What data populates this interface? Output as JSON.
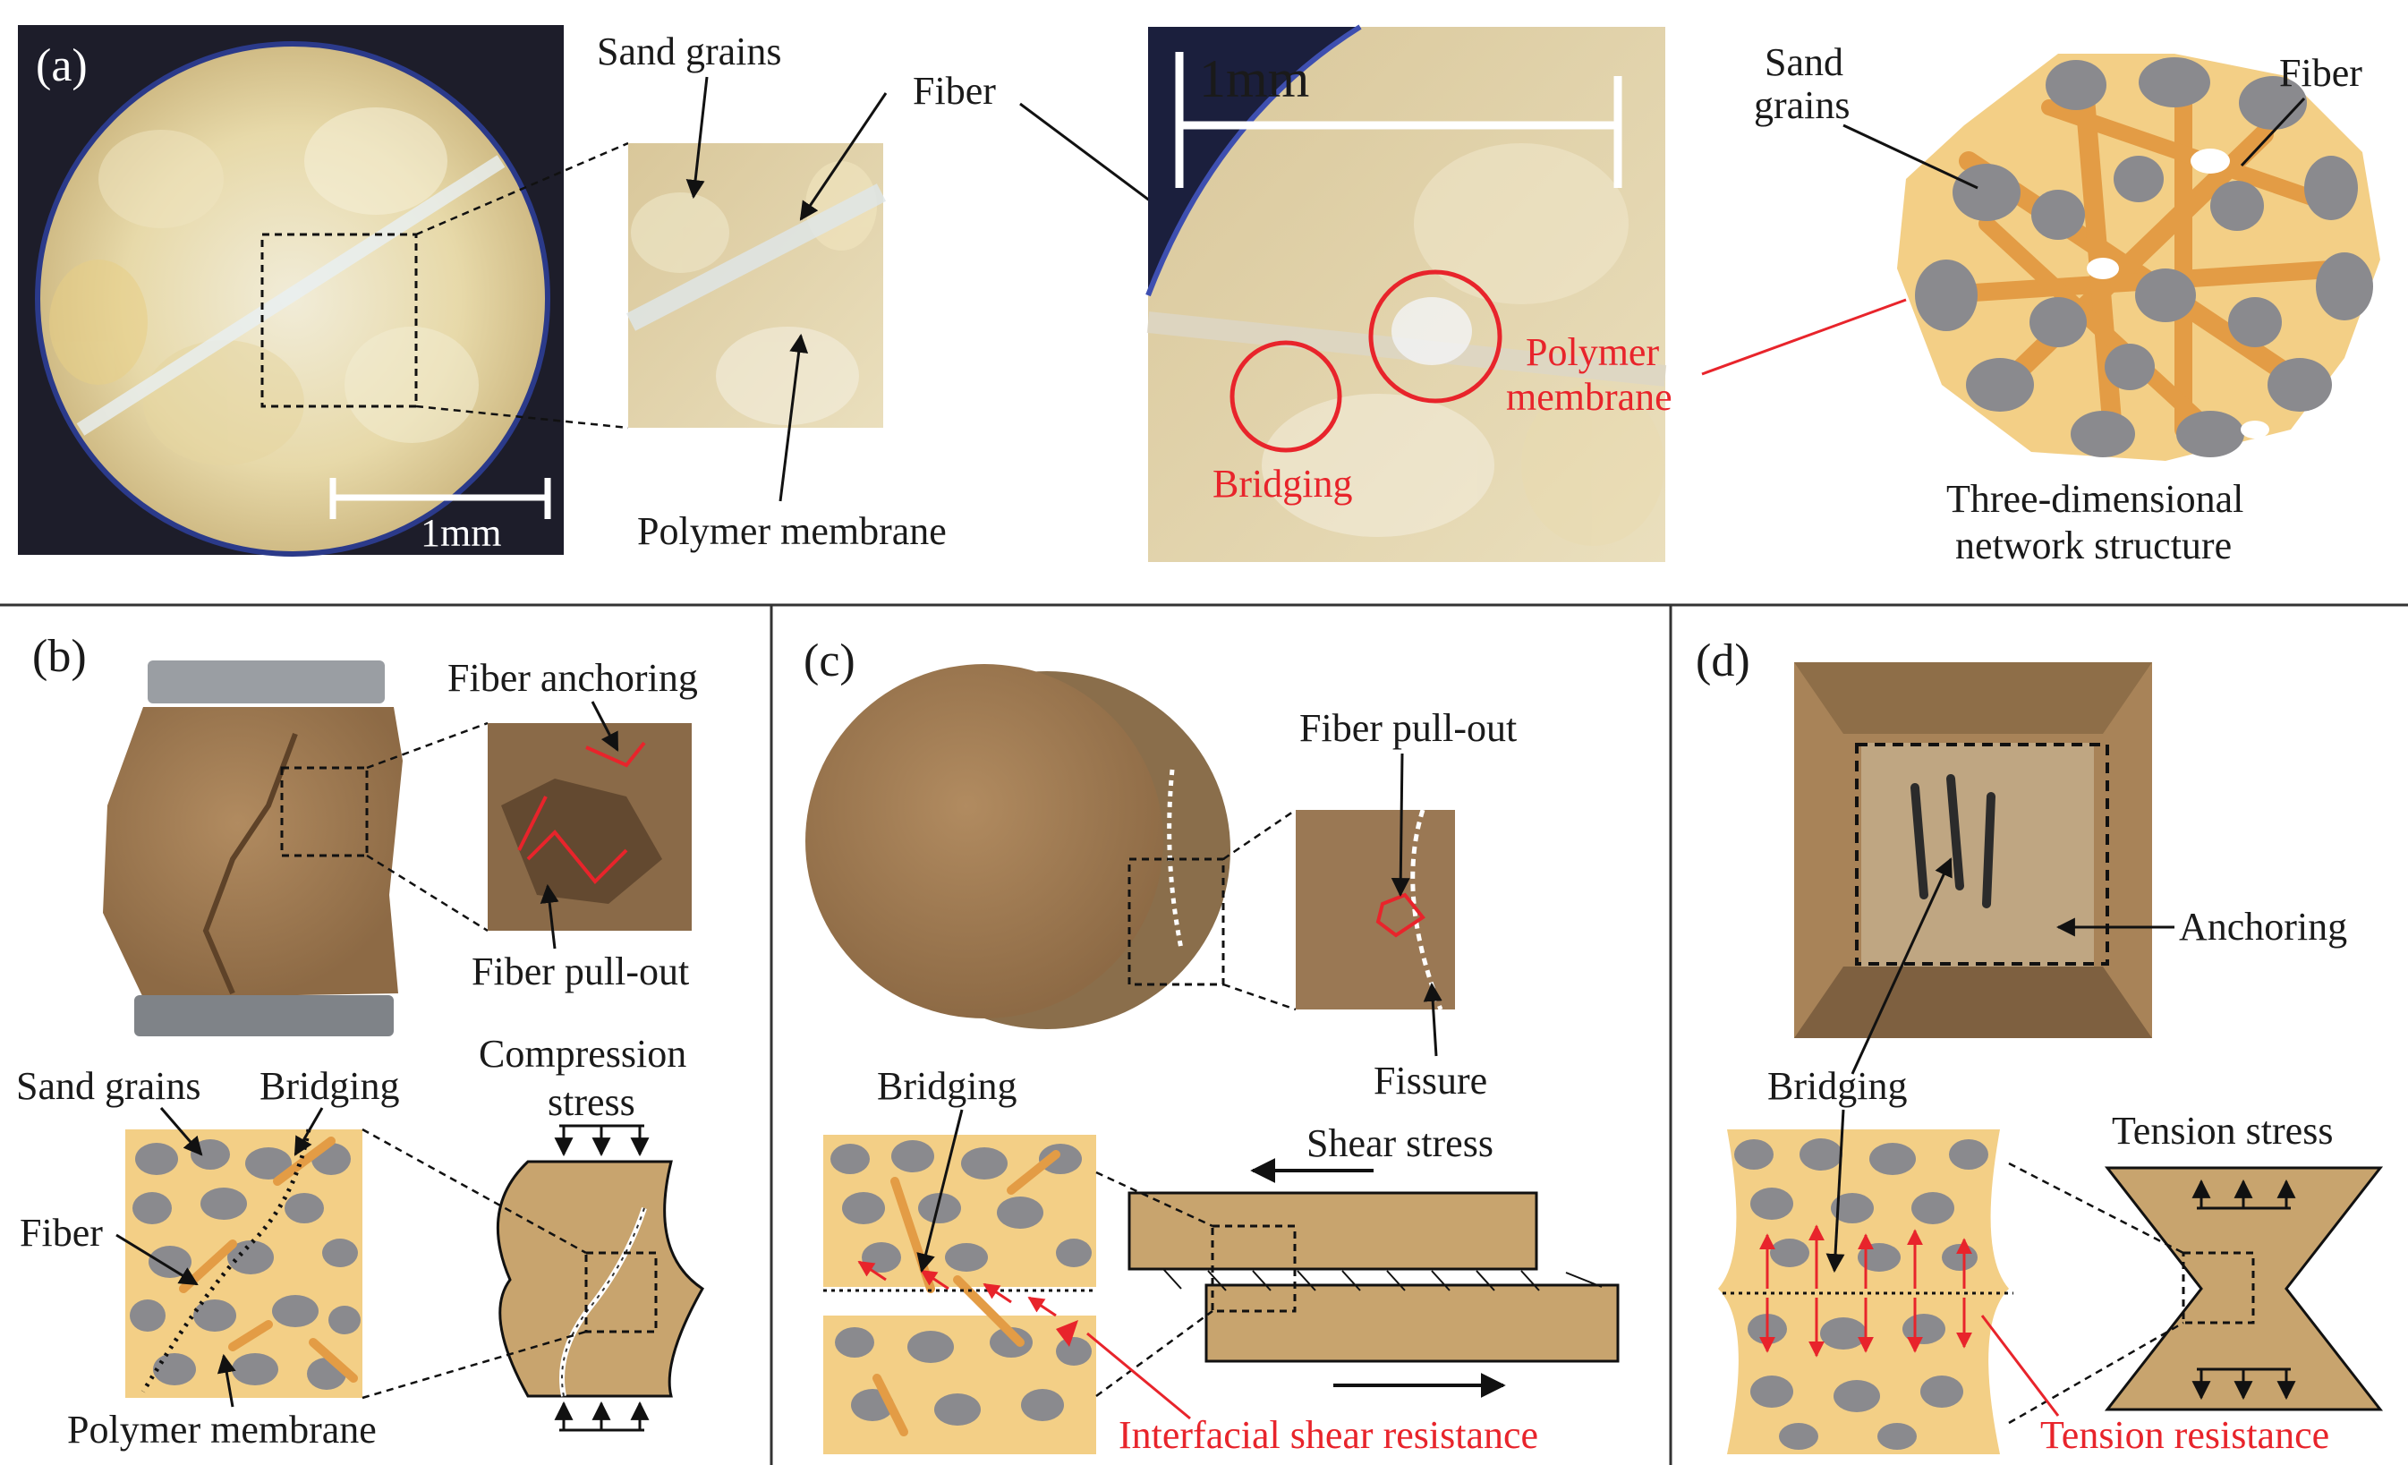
{
  "colors": {
    "sand_matrix": "#f3cf86",
    "grain": "#8a8a8e",
    "fiber": "#e39c45",
    "red_annotation": "#e8242b",
    "soil_photo": "#a07c55"
  },
  "panels": {
    "a": {
      "tag": "(a)",
      "scale_left": "1mm",
      "scale_right": "1mm",
      "sand_grains": "Sand grains",
      "fiber": "Fiber",
      "polymer_membrane": "Polymer membrane",
      "bridging": "Bridging",
      "polymer_red_1": "Polymer",
      "polymer_red_2": "membrane",
      "sand_grains_1": "Sand",
      "sand_grains_2": "grains",
      "fiber_right": "Fiber",
      "network_1": "Three-dimensional",
      "network_2": "network structure"
    },
    "b": {
      "tag": "(b)",
      "fiber_anchoring": "Fiber anchoring",
      "fiber_pullout": "Fiber pull-out",
      "sand_grains": "Sand grains",
      "bridging": "Bridging",
      "fiber": "Fiber",
      "polymer_membrane": "Polymer membrane",
      "stress_1": "Compression",
      "stress_2": "stress"
    },
    "c": {
      "tag": "(c)",
      "fiber_pullout": "Fiber pull-out",
      "fissure": "Fissure",
      "bridging": "Bridging",
      "shear_stress": "Shear stress",
      "resistance": "Interfacial shear resistance"
    },
    "d": {
      "tag": "(d)",
      "anchoring": "Anchoring",
      "bridging": "Bridging",
      "tension_stress": "Tension stress",
      "resistance": "Tension resistance"
    }
  }
}
